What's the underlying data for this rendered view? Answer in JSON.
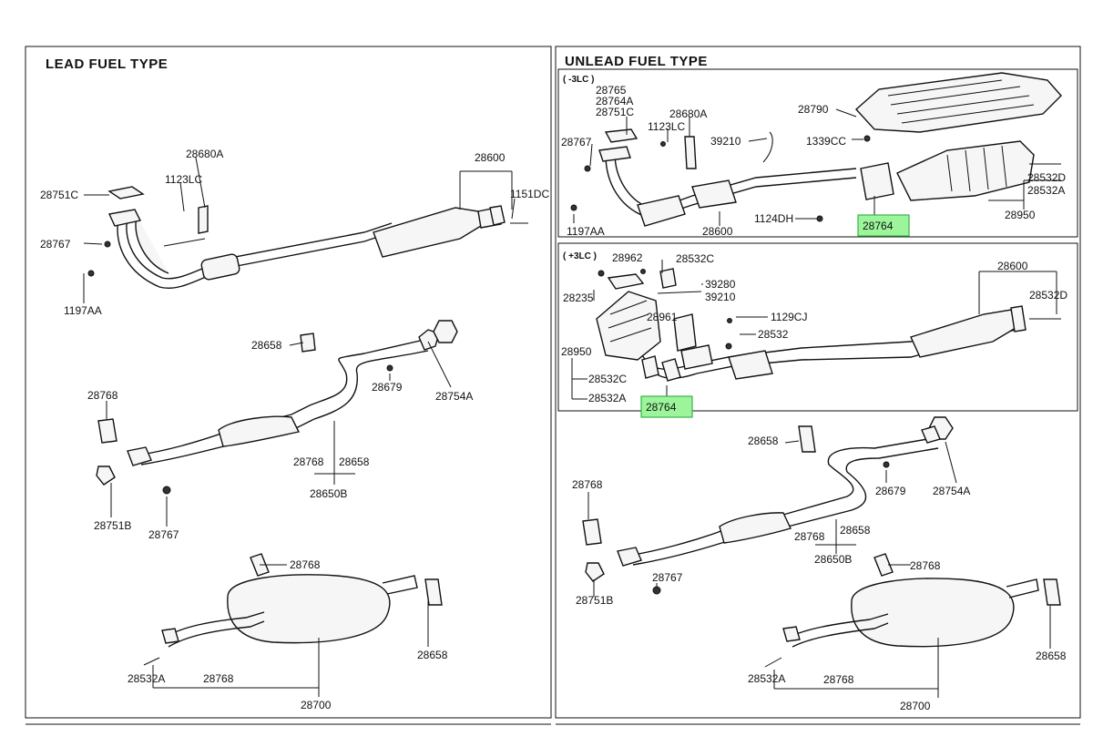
{
  "colors": {
    "highlight_fill": "#9cf59a",
    "highlight_stroke": "#3cb04a",
    "line": "#111111"
  },
  "left": {
    "title": "LEAD FUEL TYPE",
    "labels": {
      "l28680A": "28680A",
      "l1123LC": "1123LC",
      "l28751C": "28751C",
      "l28767a": "28767",
      "l1197AA": "1197AA",
      "l28600": "28600",
      "l1151DC": "1151DC",
      "l28658a": "28658",
      "l28679": "28679",
      "l28754A": "28754A",
      "l28768a": "28768",
      "l28768b": "28768",
      "l28658b": "28658",
      "l28650B": "28650B",
      "l28751B": "28751B",
      "l28767b": "28767",
      "l28768c": "28768",
      "l28658c": "28658",
      "l28532A": "28532A",
      "l28768d": "28768",
      "l28700": "28700"
    }
  },
  "right": {
    "title": "UNLEAD FUEL TYPE",
    "sub1": "( -3LC )",
    "sub2": "( +3LC )",
    "labels": {
      "r28765": "28765",
      "r28764A": "28764A",
      "r28751C": "28751C",
      "r28680A": "28680A",
      "r1123LC": "1123LC",
      "r28767": "28767",
      "r39210a": "39210",
      "r28790": "28790",
      "r1339CC": "1339CC",
      "r28532Da": "28532D",
      "r28532Aa": "28532A",
      "r1197AA": "1197AA",
      "r28600a": "28600",
      "r1124DH": "1124DH",
      "r28764a": "28764",
      "r28950a": "28950",
      "r28962": "28962",
      "r28532Cb": "28532C",
      "r39280": "39280",
      "r39210b": "39210",
      "r28235": "28235",
      "r28600b": "28600",
      "r28532Db": "28532D",
      "r28961": "28961",
      "r1129CJ": "1129CJ",
      "r28532": "28532",
      "r28950b": "28950",
      "r28532Cc": "28532C",
      "r28532Ab": "28532A",
      "r28764b": "28764",
      "r28658a": "28658",
      "r28679": "28679",
      "r28754A": "28754A",
      "r28768a": "28768",
      "r28768b": "28768",
      "r28658b": "28658",
      "r28650B": "28650B",
      "r28751B": "28751B",
      "r28767b": "28767",
      "r28768c": "28768",
      "r28658c": "28658",
      "r28532Ac": "28532A",
      "r28768d": "28768",
      "r28700": "28700"
    }
  }
}
